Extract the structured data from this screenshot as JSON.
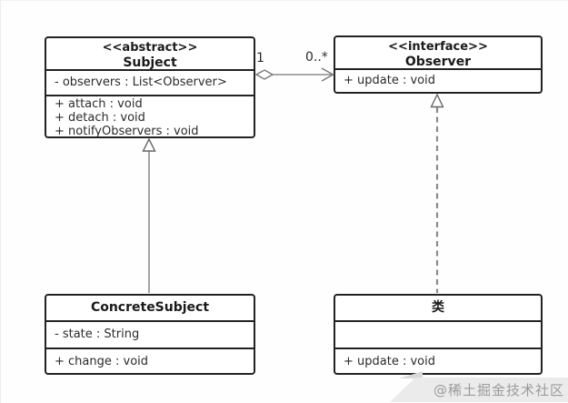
{
  "colors": {
    "box_border": "#222222",
    "box_fill": "#ffffff",
    "text": "#2b2b2b",
    "connector_gray": "#8c8c8c",
    "watermark_text": "#9b9b9b",
    "watermark_bg": "#ebebeb"
  },
  "classes": {
    "subject": {
      "stereotype": "<<abstract>>",
      "name": "Subject",
      "attributes": [
        "- observers : List<Observer>"
      ],
      "methods": [
        "+ attach : void",
        "+ detach : void",
        "+ notifyObservers : void"
      ]
    },
    "observer": {
      "stereotype": "<<interface>>",
      "name": "Observer",
      "methods": [
        "+ update : void"
      ]
    },
    "concrete_subject": {
      "name": "ConcreteSubject",
      "attributes": [
        "- state : String"
      ],
      "methods": [
        "+ change : void"
      ]
    },
    "concrete_observer": {
      "name": "类",
      "attributes": [],
      "methods": [
        "+ update : void"
      ]
    }
  },
  "relationships": {
    "aggregation": {
      "type": "aggregation",
      "from": "Subject",
      "to": "Observer",
      "from_multiplicity": "1",
      "to_multiplicity": "0..*"
    },
    "generalization": {
      "type": "generalization",
      "from": "ConcreteSubject",
      "to": "Subject"
    },
    "realization": {
      "type": "realization",
      "from": "类",
      "to": "Observer"
    }
  },
  "watermark": {
    "text": "@稀土掘金技术社区"
  }
}
